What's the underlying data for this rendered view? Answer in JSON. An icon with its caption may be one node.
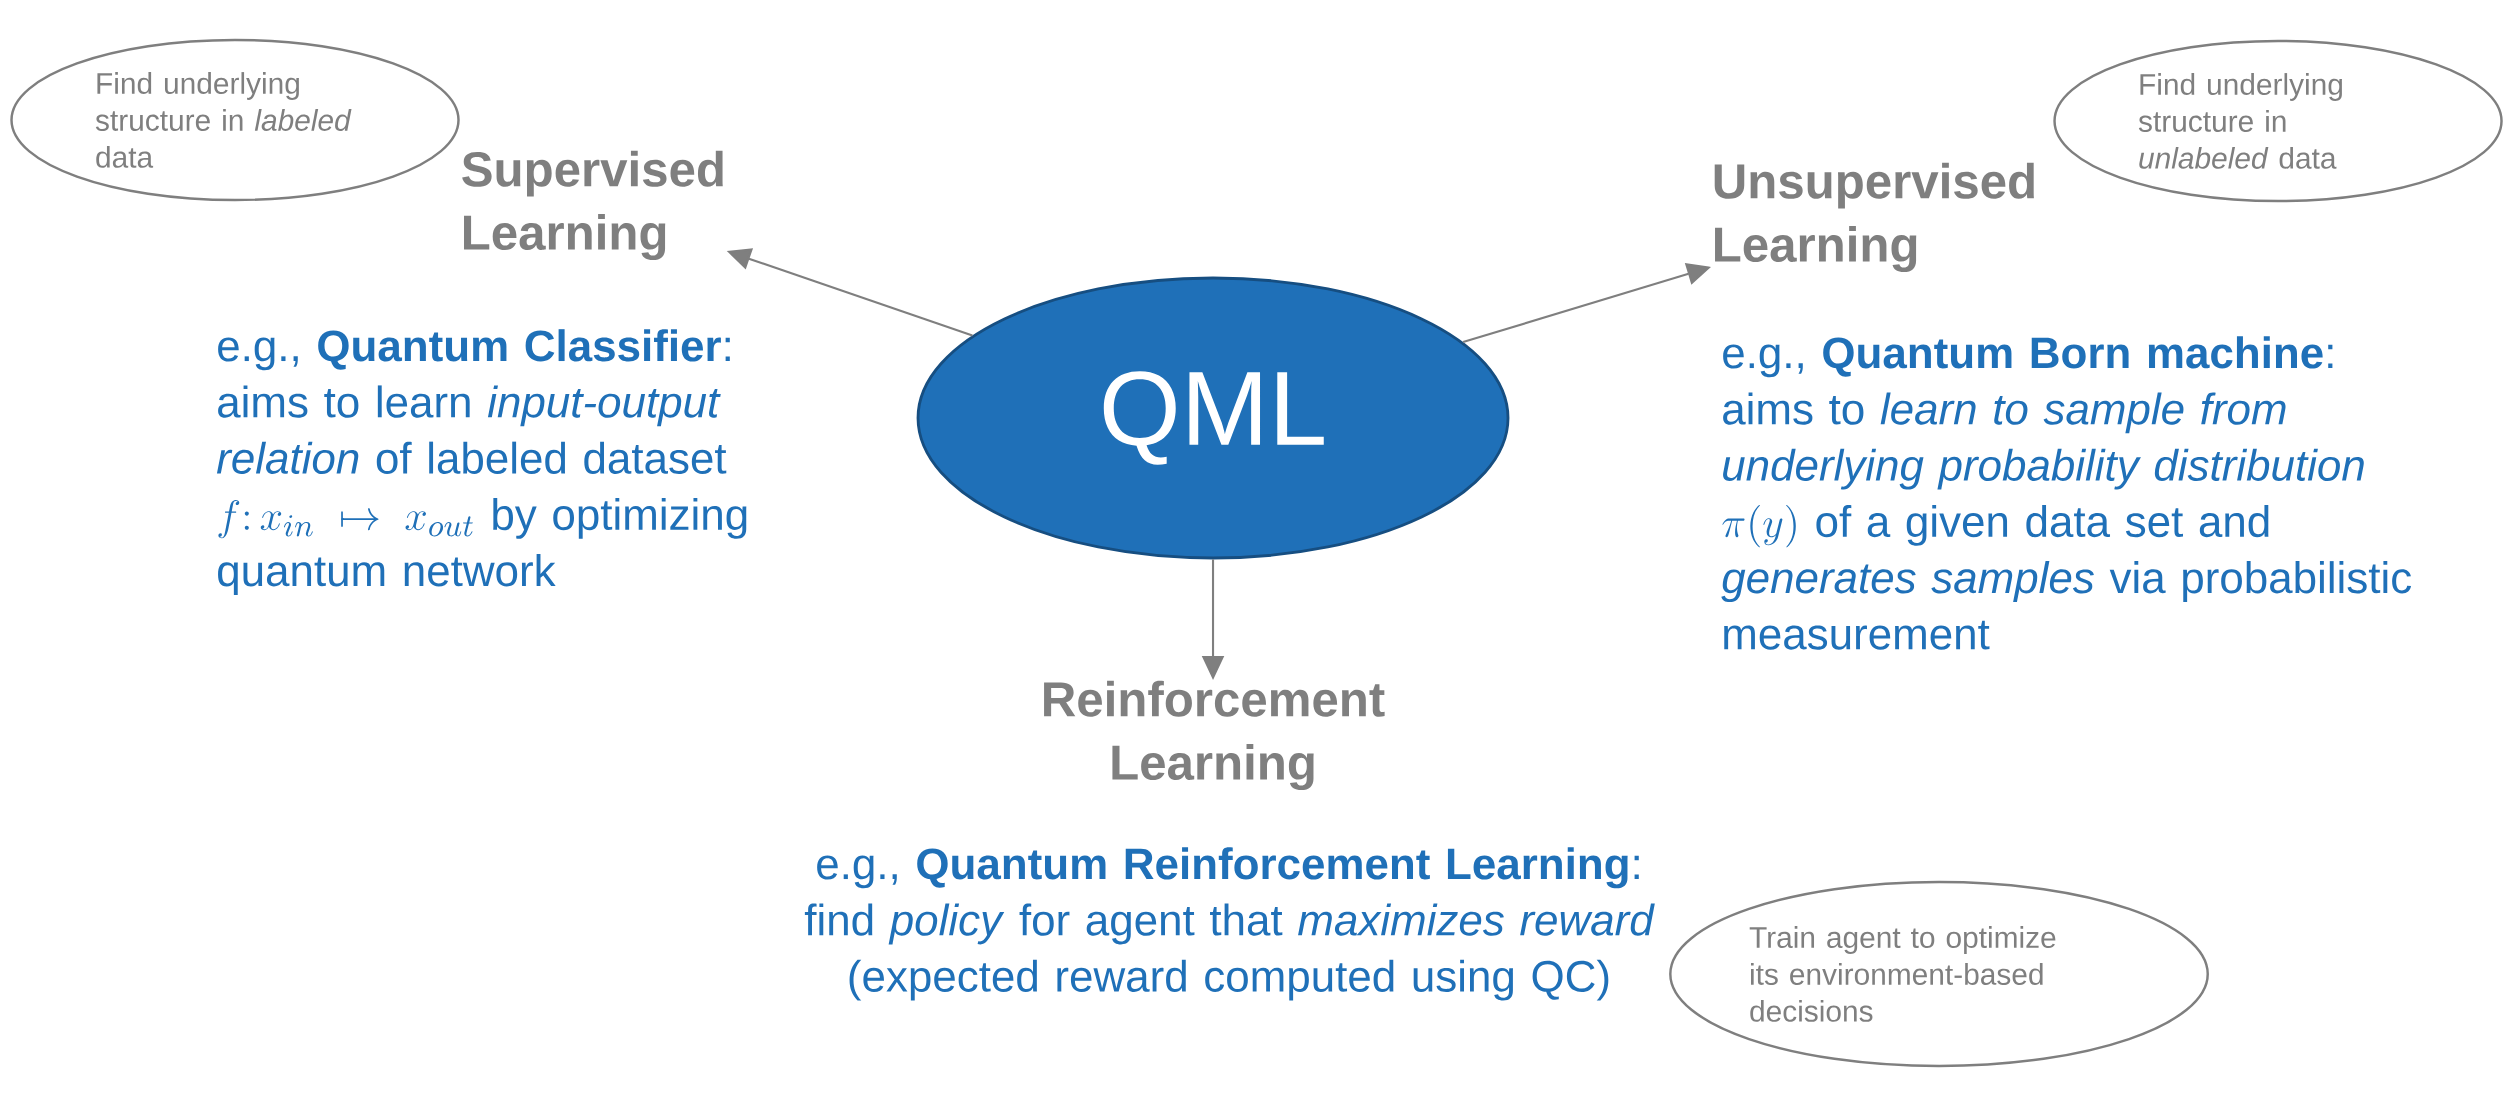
{
  "diagram": {
    "nodes": [
      {
        "text": [
          "QML"
        ]
      },
      {
        "text": [
          "Supervised Learning"
        ]
      },
      {
        "text": [
          "Unsupervised Learning"
        ]
      },
      {
        "text": [
          "Reinforcement Learning"
        ]
      },
      {
        "text": [
          "Find underlying structure in *labeled* data"
        ]
      },
      {
        "text": [
          "Find underlying structure in *unlabeled* data"
        ]
      },
      {
        "text": [
          "Train agent to optimize its environment-based decisions"
        ]
      }
    ],
    "edges": [
      {
        "from": 0,
        "to": 1,
        "arrow": "to"
      },
      {
        "from": 0,
        "to": 2,
        "arrow": "to"
      },
      {
        "from": 0,
        "to": 3,
        "arrow": "to"
      }
    ],
    "labels": [
      "e.g., **Quantum Classifier**: aims to learn *input-output relation* of labeled dataset",
      "f\\colon x_{in} \\mapsto x_{out}",
      "by optimizing quantum network",
      "e.g., **Quantum Born machine**: aims to *learn to sample from underlying probability distribution*",
      "\\pi(y)",
      "of a given data set and *generates samples* via probabilistic measurement",
      "e.g., **Quantum Reinforcement Learning**: find *policy* for agent that *maximizes reward* (expected reward computed using QC)"
    ]
  }
}
